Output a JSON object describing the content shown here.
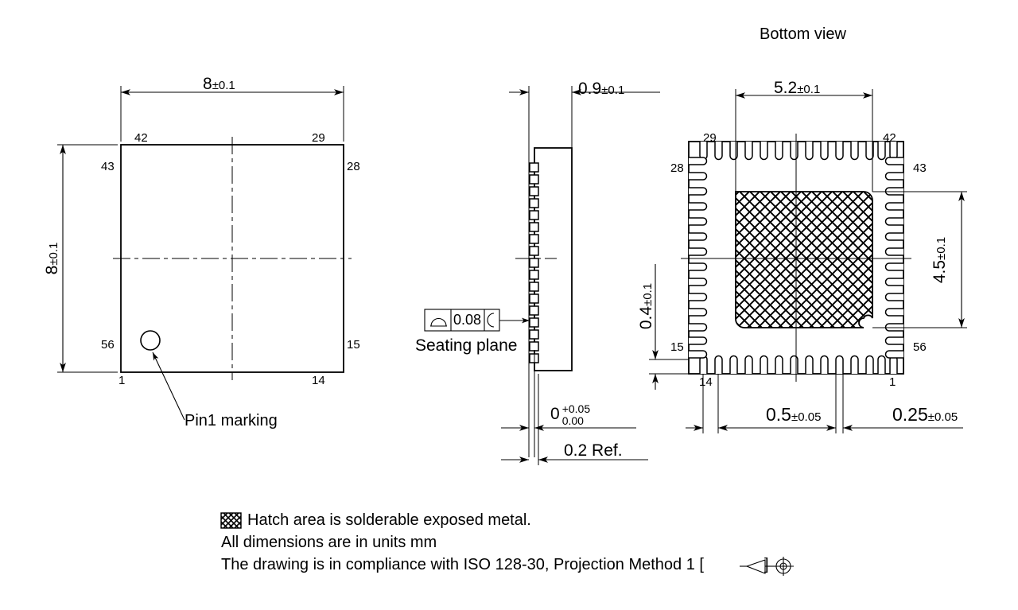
{
  "drawing": {
    "title_bottom_view": "Bottom view",
    "package_pin_count": 56,
    "pins_per_side": 14
  },
  "top_view": {
    "name": "top-view",
    "width_dim": {
      "value": "8",
      "tol": "±0.1"
    },
    "height_dim": {
      "value": "8",
      "tol": "±0.1"
    },
    "corner_pins": {
      "top_left": "42",
      "top_right": "29",
      "left_upper": "43",
      "right_upper": "28",
      "left_lower": "56",
      "right_lower": "15",
      "bottom_left": "1",
      "bottom_right": "14"
    },
    "pin1_label": "Pin1 marking"
  },
  "side_view": {
    "name": "side-view",
    "thickness_dim": {
      "value": "0.9",
      "tol": "±0.1"
    },
    "standoff_dim": {
      "value": "0",
      "tol_upper": "+0.05",
      "tol_lower": "0.00"
    },
    "lead_dim": {
      "value": "0.2 Ref."
    },
    "gdt": {
      "symbol": "flatness-icon",
      "tolerance": "0.08",
      "datum": "C",
      "label": "Seating plane"
    },
    "lead_count": 18
  },
  "bottom_view": {
    "name": "bottom-view",
    "pad_width_dim": {
      "value": "5.2",
      "tol": "±0.1"
    },
    "pad_height_dim": {
      "value": "4.5",
      "tol": "±0.1"
    },
    "lead_length_dim": {
      "value": "0.4",
      "tol": "±0.1"
    },
    "pitch_dim": {
      "value": "0.5",
      "tol": "±0.05"
    },
    "lead_width_dim": {
      "value": "0.25",
      "tol": "±0.05"
    },
    "corner_pins": {
      "top_left": "29",
      "top_right": "42",
      "left_upper": "28",
      "right_upper": "43",
      "left_lower": "15",
      "right_lower": "56",
      "bottom_left": "14",
      "bottom_right": "1"
    }
  },
  "notes": {
    "hatch_swatch_icon": "hatch-swatch-icon",
    "line1": "Hatch area is solderable exposed metal.",
    "line2": "All dimensions are in units mm",
    "line3_prefix": "The drawing is in compliance with ISO 128-30, Projection Method 1 [",
    "line3_suffix": "]",
    "projection_symbol_icon": "first-angle-projection-icon"
  },
  "colors": {
    "line": "#000000",
    "background": "#ffffff"
  }
}
